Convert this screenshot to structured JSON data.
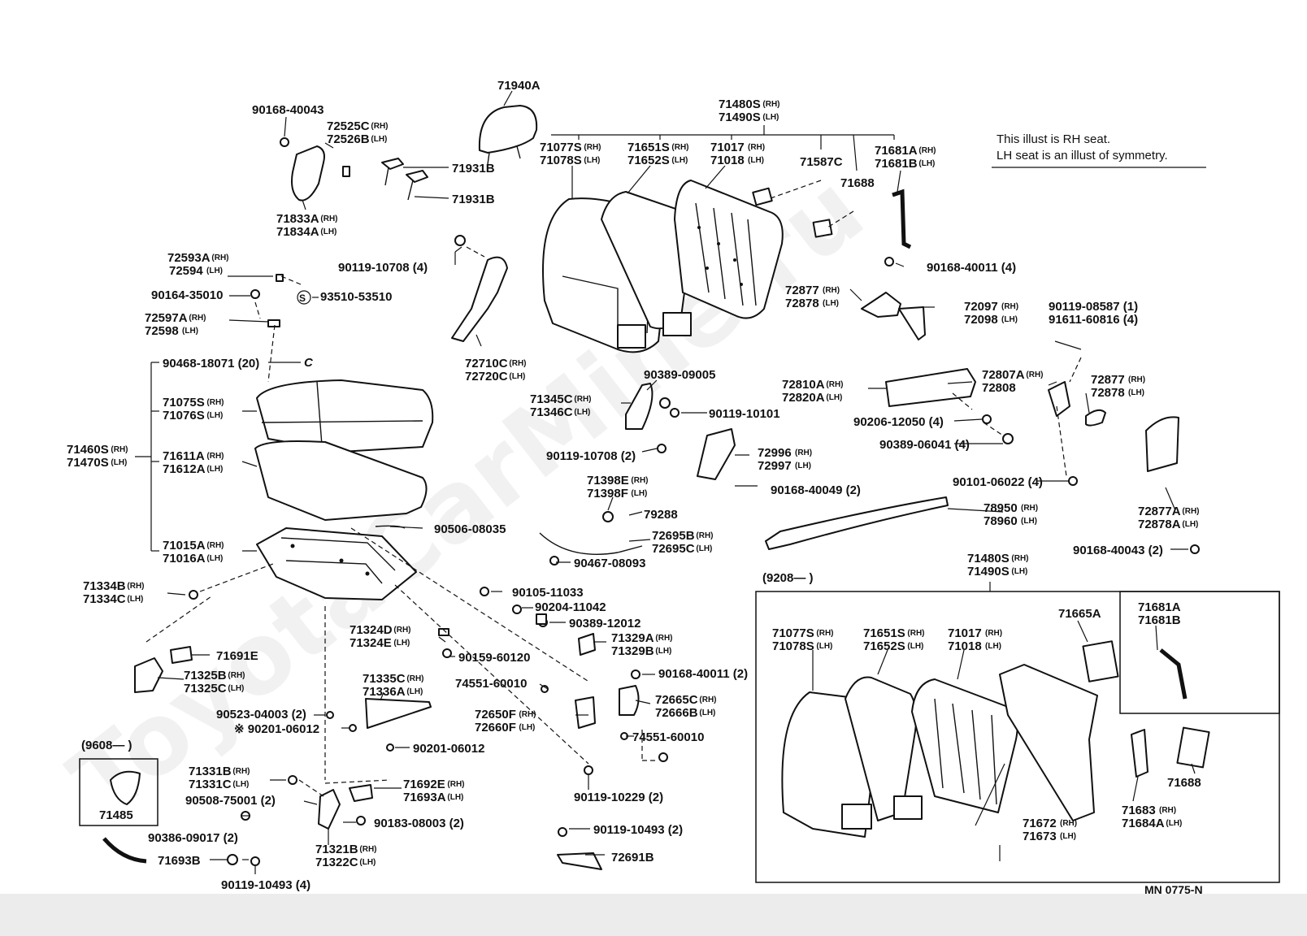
{
  "note": {
    "line1": "This illust is RH seat.",
    "line2": "LH seat is an illust of symmetry."
  },
  "watermark": "ToyotaCarMine.ru",
  "footer_code": "MN  0775-N",
  "inset_9208": {
    "label": "(9208—          )"
  },
  "inset_9608": {
    "label": "(9608—          )"
  },
  "labels": [
    {
      "id": "71940A",
      "t": "71940A"
    },
    {
      "id": "90168-40043-a",
      "t": "90168-40043"
    },
    {
      "id": "72525C",
      "t": "72525C"
    },
    {
      "id": "72526B",
      "t": "72526B"
    },
    {
      "id": "71931B-a",
      "t": "71931B"
    },
    {
      "id": "71931B-b",
      "t": "71931B"
    },
    {
      "id": "71833A",
      "t": "71833A"
    },
    {
      "id": "71834A",
      "t": "71834A"
    },
    {
      "id": "71480S-a",
      "t": "71480S"
    },
    {
      "id": "71490S-a",
      "t": "71490S"
    },
    {
      "id": "71077S-a",
      "t": "71077S"
    },
    {
      "id": "71078S-a",
      "t": "71078S"
    },
    {
      "id": "71651S-a",
      "t": "71651S"
    },
    {
      "id": "71652S-a",
      "t": "71652S"
    },
    {
      "id": "71017-a",
      "t": "71017"
    },
    {
      "id": "71018-a",
      "t": "71018"
    },
    {
      "id": "71587C",
      "t": "71587C"
    },
    {
      "id": "71688-a",
      "t": "71688"
    },
    {
      "id": "71681A-a",
      "t": "71681A"
    },
    {
      "id": "71681B-a",
      "t": "71681B"
    },
    {
      "id": "90119-10708-a",
      "t": "90119-10708 (4)"
    },
    {
      "id": "90168-40011-a",
      "t": "90168-40011 (4)"
    },
    {
      "id": "72593A",
      "t": "72593A"
    },
    {
      "id": "72594",
      "t": "72594"
    },
    {
      "id": "90164-35010",
      "t": "90164-35010"
    },
    {
      "id": "93510-53510",
      "t": "93510-53510"
    },
    {
      "id": "72597A",
      "t": "72597A"
    },
    {
      "id": "72598",
      "t": "72598"
    },
    {
      "id": "72877-a",
      "t": "72877"
    },
    {
      "id": "72878-a",
      "t": "72878"
    },
    {
      "id": "72097",
      "t": "72097"
    },
    {
      "id": "72098",
      "t": "72098"
    },
    {
      "id": "90119-08587",
      "t": "90119-08587 (1)"
    },
    {
      "id": "91611-60816",
      "t": "91611-60816 (4)"
    },
    {
      "id": "72710C",
      "t": "72710C"
    },
    {
      "id": "72720C",
      "t": "72720C"
    },
    {
      "id": "90468-18071",
      "t": "90468-18071 (20)"
    },
    {
      "id": "90389-09005",
      "t": "90389-09005"
    },
    {
      "id": "72810A",
      "t": "72810A"
    },
    {
      "id": "72820A",
      "t": "72820A"
    },
    {
      "id": "72807A",
      "t": "72807A"
    },
    {
      "id": "72808",
      "t": "72808"
    },
    {
      "id": "72877-b",
      "t": "72877"
    },
    {
      "id": "72878-b",
      "t": "72878"
    },
    {
      "id": "71075S",
      "t": "71075S"
    },
    {
      "id": "71076S",
      "t": "71076S"
    },
    {
      "id": "71345C",
      "t": "71345C"
    },
    {
      "id": "71346C",
      "t": "71346C"
    },
    {
      "id": "90119-10101",
      "t": "90119-10101"
    },
    {
      "id": "90206-12050",
      "t": "90206-12050 (4)"
    },
    {
      "id": "90389-06041",
      "t": "90389-06041 (4)"
    },
    {
      "id": "71460S",
      "t": "71460S"
    },
    {
      "id": "71470S",
      "t": "71470S"
    },
    {
      "id": "71611A",
      "t": "71611A"
    },
    {
      "id": "71612A",
      "t": "71612A"
    },
    {
      "id": "90119-10708-b",
      "t": "90119-10708 (2)"
    },
    {
      "id": "72996",
      "t": "72996"
    },
    {
      "id": "72997",
      "t": "72997"
    },
    {
      "id": "90101-06022",
      "t": "90101-06022 (4)"
    },
    {
      "id": "71398E",
      "t": "71398E"
    },
    {
      "id": "71398F",
      "t": "71398F"
    },
    {
      "id": "90168-40049",
      "t": "90168-40049 (2)"
    },
    {
      "id": "79288",
      "t": "79288"
    },
    {
      "id": "78950",
      "t": "78950"
    },
    {
      "id": "78960",
      "t": "78960"
    },
    {
      "id": "72877A",
      "t": "72877A"
    },
    {
      "id": "72878A",
      "t": "72878A"
    },
    {
      "id": "90506-08035",
      "t": "90506-08035"
    },
    {
      "id": "72695B",
      "t": "72695B"
    },
    {
      "id": "72695C",
      "t": "72695C"
    },
    {
      "id": "71015A",
      "t": "71015A"
    },
    {
      "id": "71016A",
      "t": "71016A"
    },
    {
      "id": "90467-08093",
      "t": "90467-08093"
    },
    {
      "id": "90168-40043-b",
      "t": "90168-40043 (2)"
    },
    {
      "id": "71480S-b",
      "t": "71480S"
    },
    {
      "id": "71490S-b",
      "t": "71490S"
    },
    {
      "id": "71334B",
      "t": "71334B"
    },
    {
      "id": "71334C",
      "t": "71334C"
    },
    {
      "id": "90105-11033",
      "t": "90105-11033"
    },
    {
      "id": "90204-11042",
      "t": "90204-11042"
    },
    {
      "id": "90389-12012",
      "t": "90389-12012"
    },
    {
      "id": "71324D",
      "t": "71324D"
    },
    {
      "id": "71324E",
      "t": "71324E"
    },
    {
      "id": "71329A",
      "t": "71329A"
    },
    {
      "id": "71329B",
      "t": "71329B"
    },
    {
      "id": "71691E",
      "t": "71691E"
    },
    {
      "id": "90159-60120",
      "t": "90159-60120"
    },
    {
      "id": "90168-40011-b",
      "t": "90168-40011 (2)"
    },
    {
      "id": "71325B",
      "t": "71325B"
    },
    {
      "id": "71325C",
      "t": "71325C"
    },
    {
      "id": "71335C",
      "t": "71335C"
    },
    {
      "id": "71336A",
      "t": "71336A"
    },
    {
      "id": "74551-60010-a",
      "t": "74551-60010"
    },
    {
      "id": "72665C",
      "t": "72665C"
    },
    {
      "id": "72666B",
      "t": "72666B"
    },
    {
      "id": "90523-04003",
      "t": "90523-04003 (2)"
    },
    {
      "id": "90201-06012-a",
      "t": "※ 90201-06012"
    },
    {
      "id": "72650F",
      "t": "72650F"
    },
    {
      "id": "72660F",
      "t": "72660F"
    },
    {
      "id": "74551-60010-b",
      "t": "74551-60010"
    },
    {
      "id": "90201-06012-b",
      "t": "90201-06012"
    },
    {
      "id": "71331B",
      "t": "71331B"
    },
    {
      "id": "71331C",
      "t": "71331C"
    },
    {
      "id": "71692E",
      "t": "71692E"
    },
    {
      "id": "71693A",
      "t": "71693A"
    },
    {
      "id": "90508-75001",
      "t": "90508-75001 (2)"
    },
    {
      "id": "90119-10229",
      "t": "90119-10229 (2)"
    },
    {
      "id": "71485",
      "t": "71485"
    },
    {
      "id": "90386-09017",
      "t": "90386-09017 (2)"
    },
    {
      "id": "90183-08003",
      "t": "90183-08003 (2)"
    },
    {
      "id": "90119-10493-a",
      "t": "90119-10493 (2)"
    },
    {
      "id": "71693B",
      "t": "71693B"
    },
    {
      "id": "71321B",
      "t": "71321B"
    },
    {
      "id": "71322C",
      "t": "71322C"
    },
    {
      "id": "72691B",
      "t": "72691B"
    },
    {
      "id": "90119-10493-b",
      "t": "90119-10493 (4)"
    },
    {
      "id": "71077S-b",
      "t": "71077S"
    },
    {
      "id": "71078S-b",
      "t": "71078S"
    },
    {
      "id": "71651S-b",
      "t": "71651S"
    },
    {
      "id": "71652S-b",
      "t": "71652S"
    },
    {
      "id": "71017-b",
      "t": "71017"
    },
    {
      "id": "71018-b",
      "t": "71018"
    },
    {
      "id": "71665A",
      "t": "71665A"
    },
    {
      "id": "71681A-b",
      "t": "71681A"
    },
    {
      "id": "71681B-b",
      "t": "71681B"
    },
    {
      "id": "71672",
      "t": "71672"
    },
    {
      "id": "71673",
      "t": "71673"
    },
    {
      "id": "71688-b",
      "t": "71688"
    },
    {
      "id": "71683",
      "t": "71683"
    },
    {
      "id": "71684A",
      "t": "71684A"
    }
  ],
  "side_marks": {
    "rh": "(RH)",
    "lh": "(LH)"
  },
  "circle_s": "S",
  "ref_c": "C"
}
